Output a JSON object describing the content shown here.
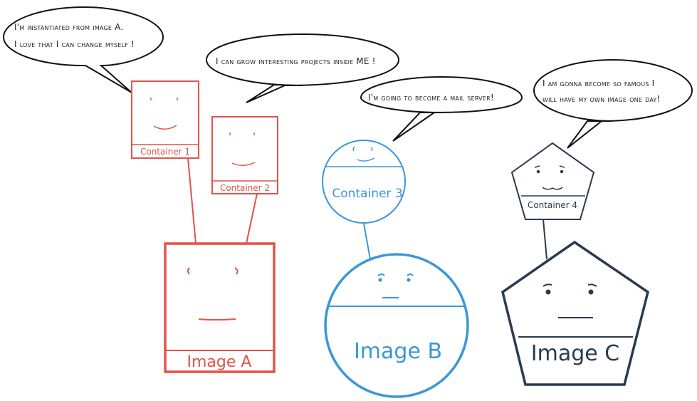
{
  "colors": {
    "red": "#e05447",
    "blue": "#3b97d8",
    "dark": "#2a3b4f",
    "bubble_stroke": "#111111"
  },
  "images": {
    "a": {
      "label": "Image A"
    },
    "b": {
      "label": "Image B"
    },
    "c": {
      "label": "Image C"
    }
  },
  "containers": {
    "c1": {
      "label": "Container 1"
    },
    "c2": {
      "label": "Container 2"
    },
    "c3": {
      "label": "Container 3"
    },
    "c4": {
      "label": "Container 4"
    }
  },
  "bubbles": {
    "b1": {
      "line1": "I'm instantiated from image A.",
      "line2": "I love that I can change myself !"
    },
    "b2": {
      "line1": "I can grow interesting projects inside ME !"
    },
    "b3": {
      "line1": "I'm going to become a mail server!"
    },
    "b4": {
      "line1": "I am gonna become so famous I",
      "line2": "will have my own image one day!"
    }
  }
}
